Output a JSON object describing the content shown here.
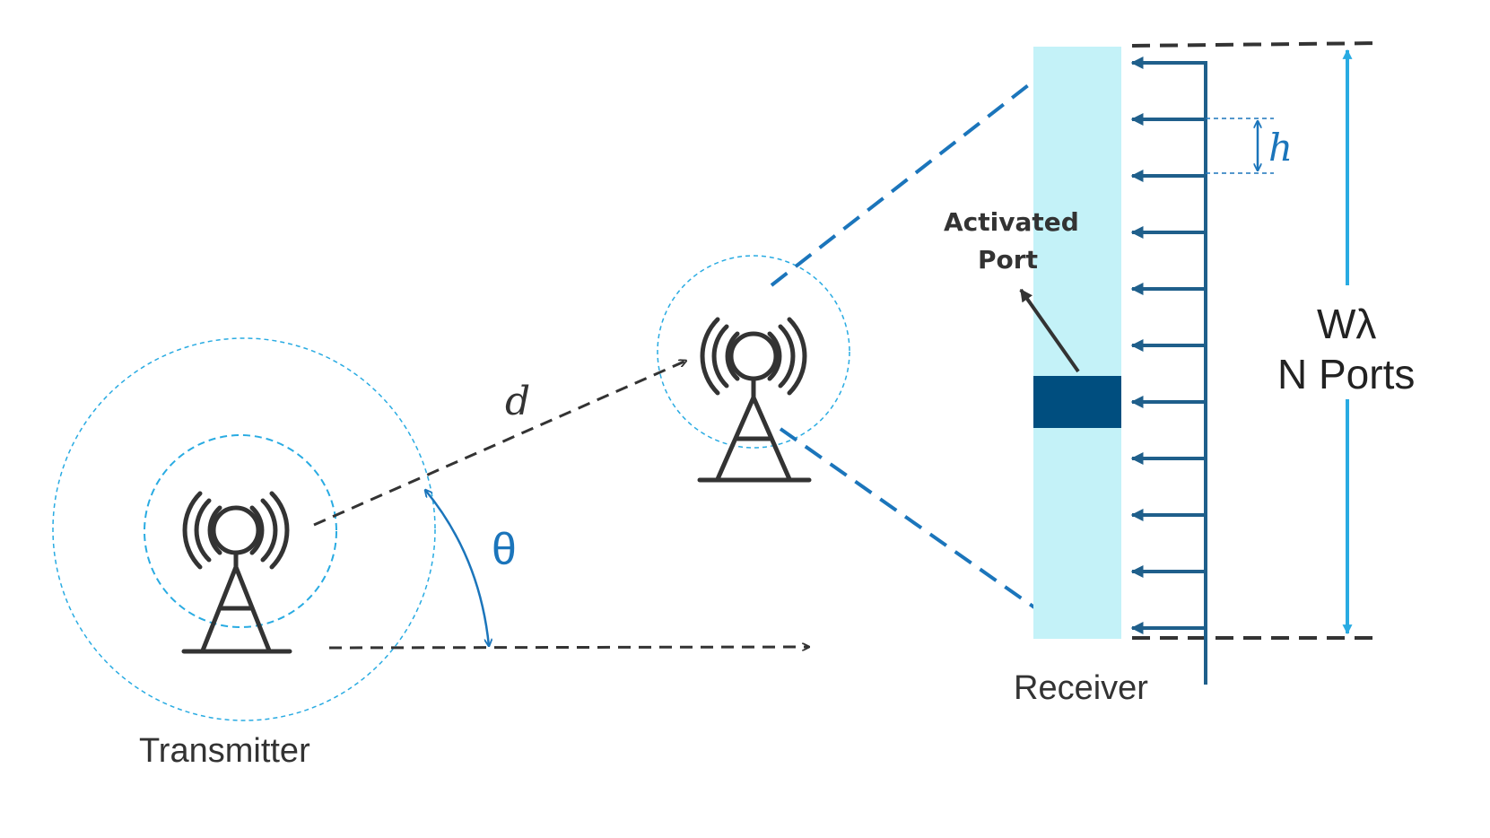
{
  "labels": {
    "transmitter": "Transmitter",
    "receiver": "Receiver",
    "distance": "d",
    "angle": "θ",
    "spacing": "h",
    "activated_port_line1": "Activated",
    "activated_port_line2": "Port",
    "aperture": "Wλ",
    "ports": "N Ports"
  },
  "colors": {
    "dark_line": "#333333",
    "light_blue": "#29ABE2",
    "mid_blue": "#1B75BB",
    "port_panel": "#C4F2F8",
    "port_dark": "#004E7F",
    "arrow_blue": "#1F5F8B"
  },
  "port_count_shown": 11
}
